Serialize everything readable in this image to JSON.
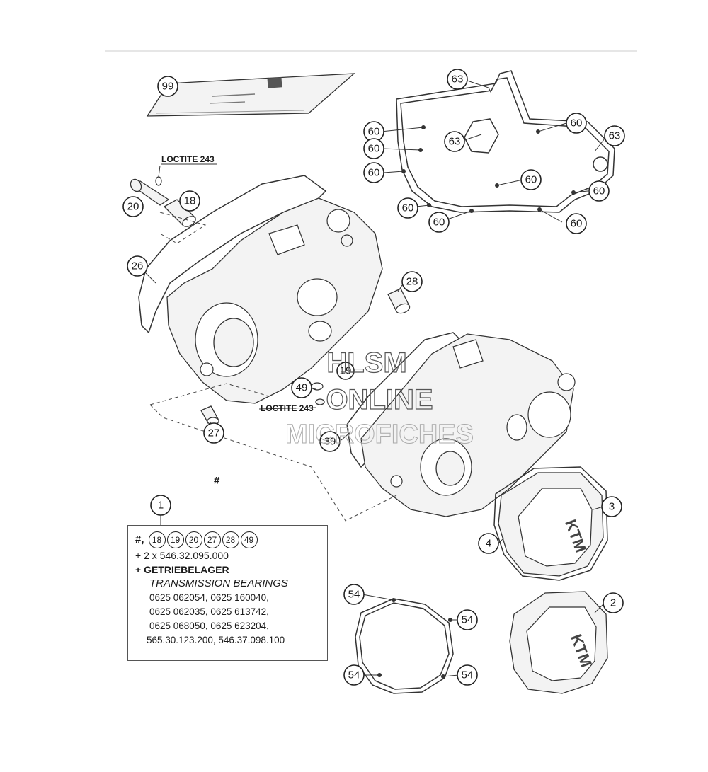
{
  "callouts": {
    "c99": "99",
    "c63a": "63",
    "c63b": "63",
    "c63c": "63",
    "c60a": "60",
    "c60b": "60",
    "c60c": "60",
    "c60d": "60",
    "c60e": "60",
    "c60f": "60",
    "c60g": "60",
    "c60h": "60",
    "c60i": "60",
    "c20": "20",
    "c18": "18",
    "c26": "26",
    "c28": "28",
    "c19": "19",
    "c49": "49",
    "c27": "27",
    "c39": "39",
    "c3": "3",
    "c4": "4",
    "c2": "2",
    "c1": "1",
    "c54a": "54",
    "c54b": "54",
    "c54c": "54",
    "c54d": "54"
  },
  "labels": {
    "loctite_top": "LOCTITE 243",
    "loctite_mid": "LOCTITE 243",
    "hash_mark": "#"
  },
  "kit_box": {
    "hash": "#,",
    "chips": [
      "18",
      "19",
      "20",
      "27",
      "28",
      "49"
    ],
    "line_extra": "+ 2 x 546.32.095.000",
    "line_getriebe": "+ GETRIEBELAGER",
    "line_transmission": "TRANSMISSION BEARINGS",
    "numbers": [
      "0625 062054, 0625 160040,",
      "0625 062035, 0625 613742,",
      "0625 068050, 0625 623204,",
      "565.30.123.200, 546.37.098.100"
    ]
  },
  "watermark": {
    "line1": "HLSM",
    "line2": "ONLINE",
    "line3": "MICROFICHES"
  },
  "colors": {
    "ink": "#1a1a1a",
    "part_fill": "#f3f3f3",
    "watermark": "#888888"
  }
}
